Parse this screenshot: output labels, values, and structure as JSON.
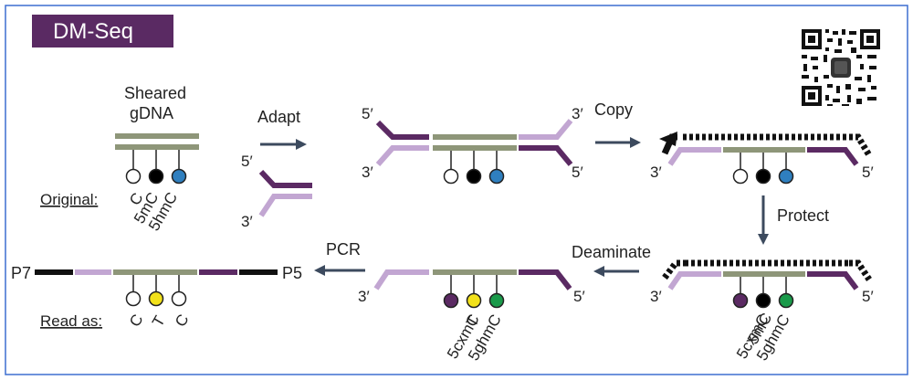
{
  "title": "DM-Seq",
  "colors": {
    "frame": "#3d6fd1",
    "title_bg": "#5a2a63",
    "genomic": "#8e9679",
    "adapter_dark": "#5b2a63",
    "adapter_light": "#c2a6d2",
    "arrow": "#3c4a5e",
    "mod_5mC": "#000000",
    "mod_5hmC": "#2f7fbf",
    "mod_5cxmC": "#5b2a63",
    "mod_5ghmC": "#1a9a4a",
    "mod_T": "#f2e11a",
    "mod_C": "#ffffff"
  },
  "labels": {
    "sheared": "Sheared",
    "gdna": "gDNA",
    "original": "Original:",
    "read_as": "Read as:",
    "adapt": "Adapt",
    "copy": "Copy",
    "protect": "Protect",
    "deaminate": "Deaminate",
    "pcr": "PCR",
    "p7": "P7",
    "p5": "P5",
    "five_prime": "5′",
    "three_prime": "3′"
  },
  "bases": {
    "C": "C",
    "mC": "5mC",
    "hmC": "5hmC",
    "cxmC": "5cxmC",
    "ghmC": "5ghmC",
    "T": "T"
  }
}
